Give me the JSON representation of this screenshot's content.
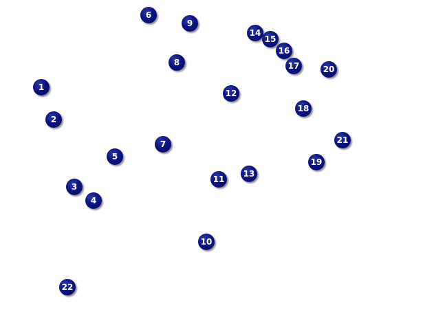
{
  "markers": [
    {
      "id": "1",
      "label": "1"
    },
    {
      "id": "2",
      "label": "2"
    },
    {
      "id": "3",
      "label": "3"
    },
    {
      "id": "4",
      "label": "4"
    },
    {
      "id": "5",
      "label": "5"
    },
    {
      "id": "6",
      "label": "6"
    },
    {
      "id": "7",
      "label": "7"
    },
    {
      "id": "8",
      "label": "8"
    },
    {
      "id": "9",
      "label": "9"
    },
    {
      "id": "10",
      "label": "10"
    },
    {
      "id": "11",
      "label": "11"
    },
    {
      "id": "12",
      "label": "12"
    },
    {
      "id": "13",
      "label": "13"
    },
    {
      "id": "14",
      "label": "14"
    },
    {
      "id": "15",
      "label": "15"
    },
    {
      "id": "16",
      "label": "16"
    },
    {
      "id": "17",
      "label": "17"
    },
    {
      "id": "18",
      "label": "18"
    },
    {
      "id": "19",
      "label": "19"
    },
    {
      "id": "20",
      "label": "20"
    },
    {
      "id": "21",
      "label": "21"
    },
    {
      "id": "22",
      "label": "22"
    }
  ],
  "colors": {
    "marker_fill": "#0b1380",
    "marker_text": "#ffffff",
    "background": "#ffffff"
  }
}
